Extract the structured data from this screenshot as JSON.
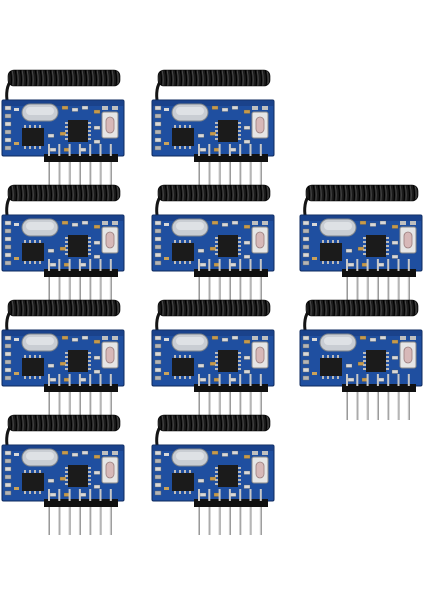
{
  "photo": {
    "subject": "rf-receiver-module",
    "module_count": 10,
    "colors": {
      "background": "#ffffff",
      "pcb": "#1f4fa0",
      "pcb_dark": "#16397a",
      "pcb_edge": "#0e2a5e",
      "antenna": "#151515",
      "crystal": "#c9cdd3",
      "chip": "#1b1b1b",
      "pin_plastic": "#111111",
      "pin_metal": "#c8c8c8",
      "smd": "#d8d8d8"
    },
    "modules": [
      {
        "row": 1,
        "col": 1
      },
      {
        "row": 1,
        "col": 2
      },
      {
        "row": 2,
        "col": 1
      },
      {
        "row": 2,
        "col": 2
      },
      {
        "row": 2,
        "col": 3
      },
      {
        "row": 3,
        "col": 1
      },
      {
        "row": 3,
        "col": 2
      },
      {
        "row": 3,
        "col": 3
      },
      {
        "row": 4,
        "col": 1
      },
      {
        "row": 4,
        "col": 2
      }
    ]
  }
}
